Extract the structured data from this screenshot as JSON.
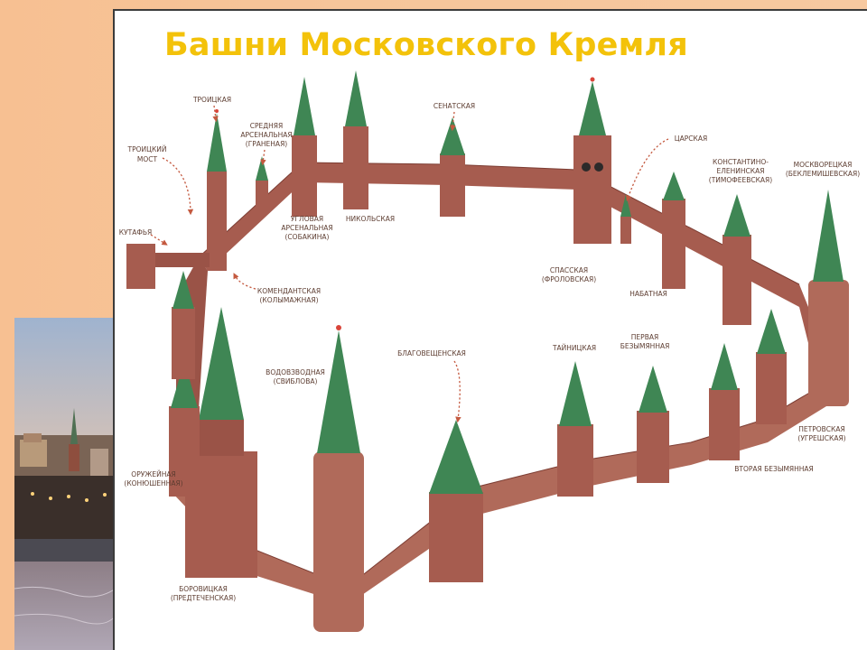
{
  "slide": {
    "title": "Башни Московского Кремля",
    "colors": {
      "background": "#f6c59a",
      "title": "#f3c20a",
      "wall": "#a65c4f",
      "roof": "#3f8654",
      "label": "#5d3d31",
      "arrow": "#c4593f"
    }
  },
  "diagram": {
    "labels": {
      "troitskaya": "ТРОИЦКАЯ",
      "srednyaya": [
        "СРЕДНЯЯ",
        "АРСЕНАЛЬНАЯ",
        "(ГРАНЕНАЯ)"
      ],
      "troitsky_most": [
        "ТРОИЦКИЙ",
        "МОСТ"
      ],
      "kutafya": "КУТАФЬЯ",
      "senatskaya": "СЕНАТСКАЯ",
      "tsarskaya": "ЦАРСКАЯ",
      "konstantino": [
        "КОНСТАНТИНО-",
        "ЕЛЕНИНСКАЯ",
        "(ТИМОФЕЕВСКАЯ)"
      ],
      "moskvoretskaya": [
        "МОСКВОРЕЦКАЯ",
        "(БЕКЛЕМИШЕВСКАЯ)"
      ],
      "uglovaya": [
        "УГЛОВАЯ",
        "АРСЕНАЛЬНАЯ",
        "(СОБАКИНА)"
      ],
      "nikolskaya": "НИКОЛЬСКАЯ",
      "spasskaya": [
        "СПАССКАЯ",
        "(ФРОЛОВСКАЯ)"
      ],
      "nabatnaya": "НАБАТНАЯ",
      "komendantskaya": [
        "КОМЕНДАНТСКАЯ",
        "(КОЛЫМАЖНАЯ)"
      ],
      "vodovzvodnaya": [
        "ВОДОВЗВОДНАЯ",
        "(СВИБЛОВА)"
      ],
      "blagoveshchenskaya": "БЛАГОВЕЩЕНСКАЯ",
      "tainitskaya": "ТАЙНИЦКАЯ",
      "pervaya_bezymyannaya": [
        "ПЕРВАЯ",
        "БЕЗЫМЯННАЯ"
      ],
      "petrovskaya": [
        "ПЕТРОВСКАЯ",
        "(УГРЕШСКАЯ)"
      ],
      "vtoraya_bezymyannaya": "ВТОРАЯ БЕЗЫМЯННАЯ",
      "oruzheynaya": [
        "ОРУЖЕЙНАЯ",
        "(КОНЮШЕННАЯ)"
      ],
      "borovitskaya": [
        "БОРОВИЦКАЯ",
        "(ПРЕДТЕЧЕНСКАЯ)"
      ]
    }
  }
}
